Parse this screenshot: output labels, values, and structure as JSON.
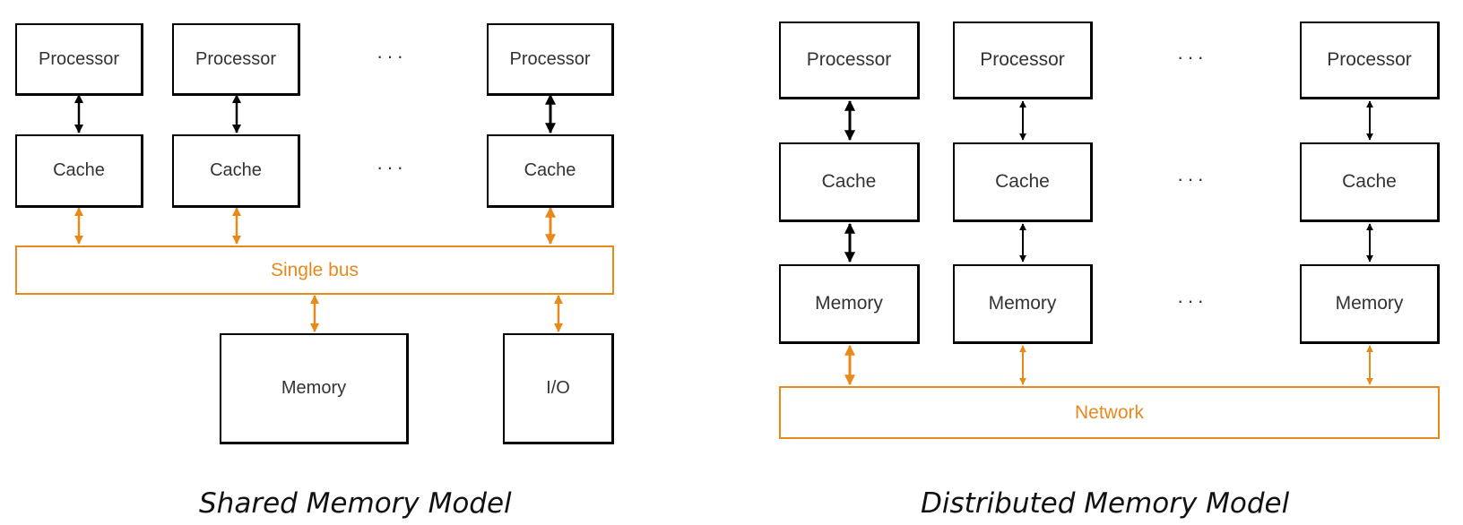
{
  "shared": {
    "processor_label": "Processor",
    "cache_label": "Cache",
    "bus_label": "Single bus",
    "memory_label": "Memory",
    "io_label": "I/O",
    "ellipsis": "···",
    "caption": "Shared Memory Model"
  },
  "distributed": {
    "processor_label": "Processor",
    "cache_label": "Cache",
    "memory_label": "Memory",
    "network_label": "Network",
    "ellipsis": "···",
    "caption": "Distributed Memory Model"
  },
  "colors": {
    "bus_orange": "#e8891c",
    "box_border": "#000000",
    "text": "#333333"
  }
}
